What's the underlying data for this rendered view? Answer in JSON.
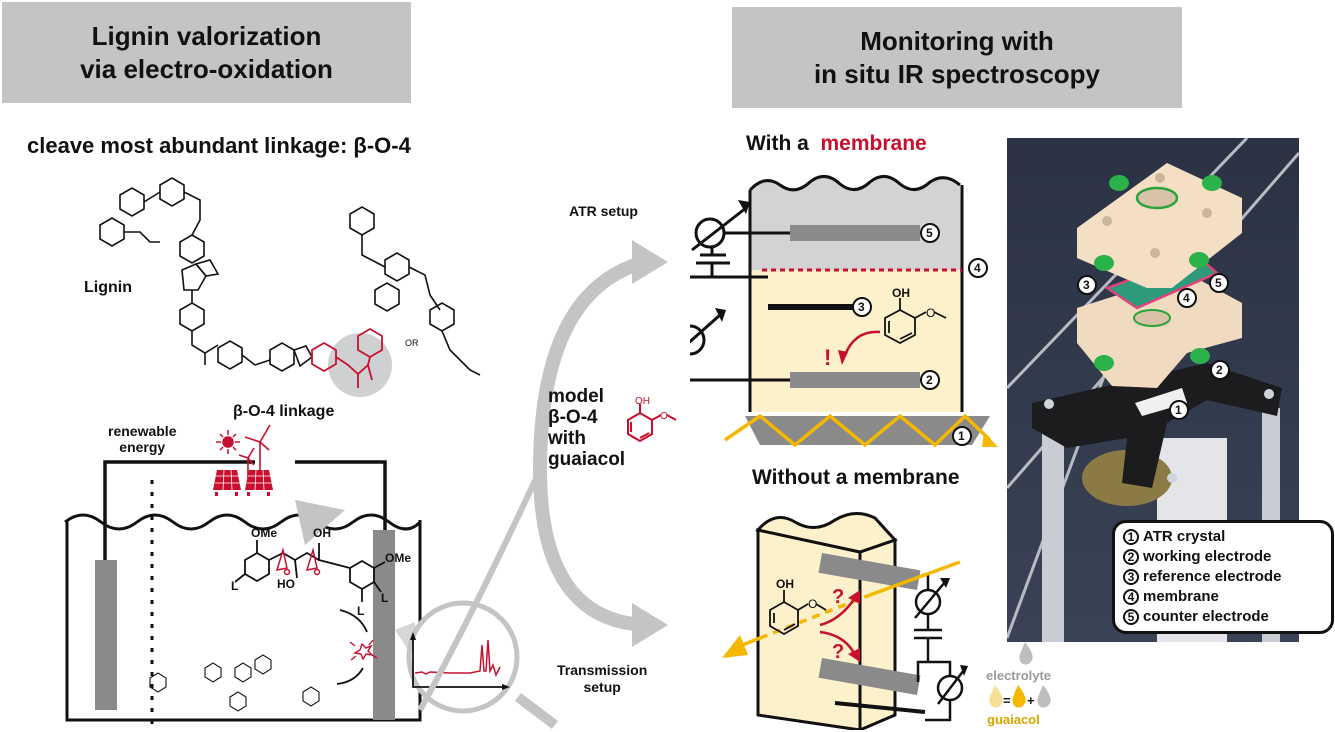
{
  "left_panel": {
    "banner_line1": "Lignin valorization",
    "banner_line2": "via electro-oxidation",
    "subtitle": "cleave most abundant linkage: β-O-4",
    "lignin_label": "Lignin",
    "linkage_label": "β-O-4 linkage",
    "energy_label_line1": "renewable",
    "energy_label_line2": "energy",
    "molecule_labels": {
      "ome_left": "OMe",
      "oh_top": "OH",
      "ome_right": "OMe",
      "ho": "HO",
      "l1": "L",
      "l2": "L",
      "or": "OR"
    }
  },
  "middle": {
    "atr_label": "ATR setup",
    "model_line1": "model",
    "model_line2": "β-O-4",
    "model_line3": "with",
    "model_line4": "guaiacol",
    "guaiacol_oh": "OH",
    "transmission_line1": "Transmission",
    "transmission_line2": "setup"
  },
  "right_panel": {
    "banner_line1": "Monitoring with",
    "banner_line2": "in situ IR spectroscopy",
    "with_membrane_prefix": "With a",
    "with_membrane_highlight": "membrane",
    "without_membrane": "Without a membrane",
    "guaiacol_oh": "OH",
    "exclaim": "!",
    "question": "?",
    "electrolyte": "electrolyte",
    "guaiacol": "guaiacol",
    "equation_eq": "=",
    "equation_plus": "+",
    "numbers": [
      "1",
      "2",
      "3",
      "4",
      "5"
    ]
  },
  "legend": {
    "items": [
      {
        "num": "1",
        "label": "ATR crystal"
      },
      {
        "num": "2",
        "label": "working electrode"
      },
      {
        "num": "3",
        "label": "reference electrode"
      },
      {
        "num": "4",
        "label": "membrane"
      },
      {
        "num": "5",
        "label": "counter electrode"
      }
    ]
  },
  "colors": {
    "accent_red": "#c8102e",
    "banner_gray": "#c3c4c6",
    "electrolyte_cream": "#fdf1cc",
    "ir_beam": "#f5b800",
    "arrow_gray": "#c3c4c6",
    "photo_bg": "#2b3447"
  }
}
